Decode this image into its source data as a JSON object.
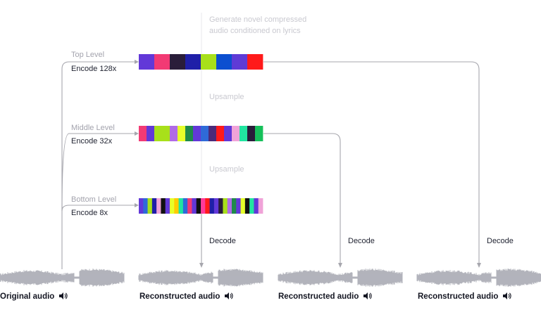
{
  "top_note": [
    "Generate novel compressed",
    "audio conditioned on lyrics"
  ],
  "upsample_label": "Upsample",
  "decode_label": "Decode",
  "levels": [
    {
      "name": "Top Level",
      "encode": "Encode 128x",
      "colors": [
        "#6238d8",
        "#f23a74",
        "#2a1d3a",
        "#1f1fa8",
        "#a8e01a",
        "#0c4fd0",
        "#5f3bd6",
        "#ff1a1a"
      ]
    },
    {
      "name": "Middle Level",
      "encode": "Encode 32x",
      "colors": [
        "#f23a74",
        "#6238d8",
        "#a8e01a",
        "#a8e01a",
        "#b06be6",
        "#e6ff2a",
        "#1f8a4a",
        "#6238d8",
        "#2f6ad8",
        "#4b2a7a",
        "#ff1a1a",
        "#6238d8",
        "#f0a3d8",
        "#21e5a0",
        "#2a1d3a",
        "#16c05a"
      ]
    },
    {
      "name": "Bottom Level",
      "encode": "Encode 8x",
      "colors": [
        "#6238d8",
        "#2f6ad8",
        "#a8e01a",
        "#1f1fa8",
        "#f0a3d8",
        "#111111",
        "#6238d8",
        "#e6ff2a",
        "#ffcc00",
        "#21e5a0",
        "#2f6ad8",
        "#f23a74",
        "#6238d8",
        "#111111",
        "#ff3a9a",
        "#ff1a1a",
        "#1f1fa8",
        "#6238d8",
        "#2a1d3a",
        "#a8e01a",
        "#b06be6",
        "#1f8a4a",
        "#6238d8",
        "#e6ff2a",
        "#111111",
        "#21e5a0",
        "#6238d8",
        "#f0a3d8"
      ]
    }
  ],
  "audio": [
    {
      "caption": "Original audio"
    },
    {
      "caption": "Reconstructed audio"
    },
    {
      "caption": "Reconstructed audio"
    },
    {
      "caption": "Reconstructed audio"
    }
  ],
  "speaker_icon": "speaker-icon",
  "waveform_color": "#9fa0ab"
}
